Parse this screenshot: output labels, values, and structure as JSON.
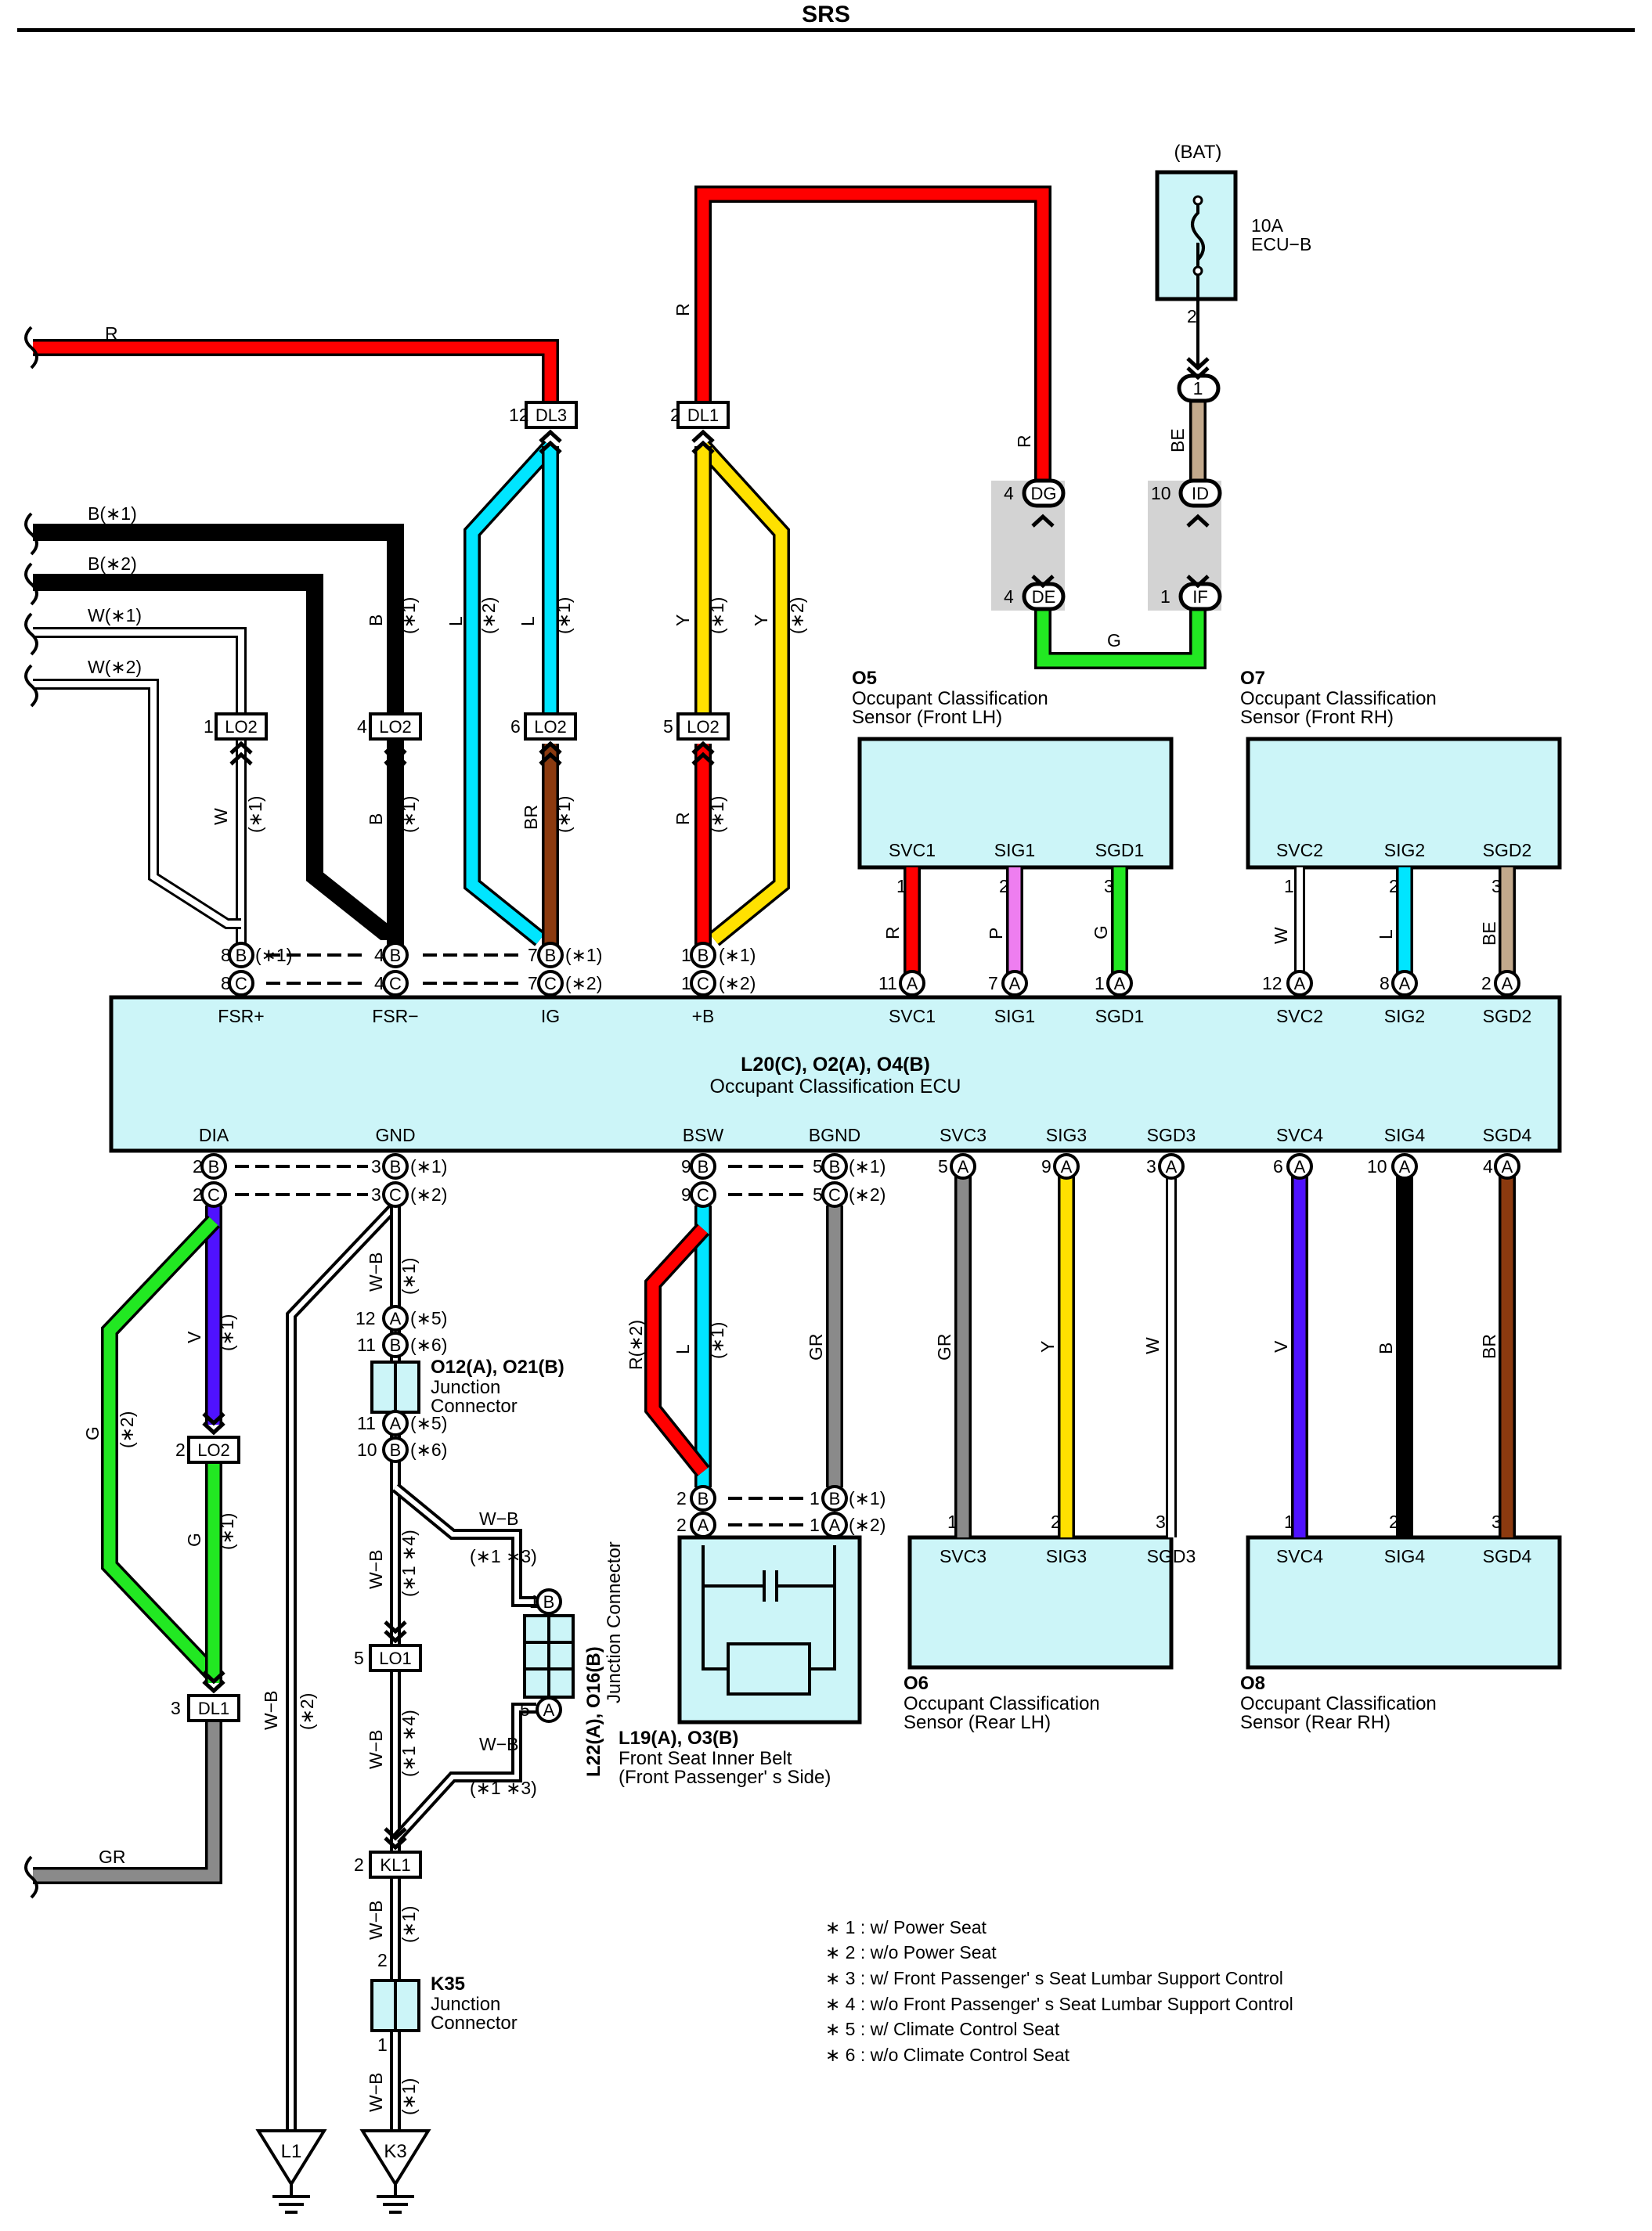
{
  "title": "SRS",
  "ecu": {
    "code": "L20(C), O2(A), O4(B)",
    "name": "Occupant Classification ECU",
    "terminals_top": [
      "FSR+",
      "FSR−",
      "IG",
      "+B",
      "SVC1",
      "SIG1",
      "SGD1",
      "SVC2",
      "SIG2",
      "SGD2"
    ],
    "terminals_bottom": [
      "DIA",
      "GND",
      "BSW",
      "BGND",
      "SVC3",
      "SIG3",
      "SGD3",
      "SVC4",
      "SIG4",
      "SGD4"
    ]
  },
  "fuse": {
    "source": "(BAT)",
    "rating": "10A",
    "name": "ECU−B"
  },
  "sensors": {
    "o5": {
      "code": "O5",
      "line1": "Occupant Classification",
      "line2": "Sensor (Front LH)",
      "pins": [
        "SVC1",
        "SIG1",
        "SGD1"
      ]
    },
    "o7": {
      "code": "O7",
      "line1": "Occupant Classification",
      "line2": "Sensor (Front RH)",
      "pins": [
        "SVC2",
        "SIG2",
        "SGD2"
      ]
    },
    "o6": {
      "code": "O6",
      "line1": "Occupant Classification",
      "line2": "Sensor (Rear LH)",
      "pins": [
        "SVC3",
        "SIG3",
        "SGD3"
      ]
    },
    "o8": {
      "code": "O8",
      "line1": "Occupant Classification",
      "line2": "Sensor (Rear RH)",
      "pins": [
        "SVC4",
        "SIG4",
        "SGD4"
      ]
    }
  },
  "belt": {
    "code": "L19(A), O3(B)",
    "line1": "Front Seat Inner Belt",
    "line2": "(Front Passenger' s Side)"
  },
  "junctions": {
    "o12": {
      "code": "O12(A), O21(B)",
      "line1": "Junction",
      "line2": "Connector"
    },
    "l22": {
      "code": "L22(A), O16(B)",
      "name": "Junction Connector"
    },
    "k35": {
      "code": "K35",
      "line1": "Junction",
      "line2": "Connector"
    }
  },
  "grounds": [
    "L1",
    "K3"
  ],
  "connectors": [
    "DL3",
    "DL1",
    "LO2",
    "LO1",
    "KL1",
    "DG",
    "DE",
    "ID",
    "IF"
  ],
  "wire_colors": {
    "R": "#ff0000",
    "B": "#000000",
    "W": "#ffffff",
    "L": "#00e5ff",
    "Y": "#ffe100",
    "BR": "#8b3a0f",
    "G": "#22e822",
    "P": "#ee7ef0",
    "BE": "#c2a98c",
    "GR": "#8a8a8a",
    "V": "#4f12ff"
  },
  "legend": [
    "∗ 1 : w/ Power Seat",
    "∗ 2 : w/o Power Seat",
    "∗ 3 : w/ Front Passenger' s Seat Lumbar Support Control",
    "∗ 4 : w/o Front Passenger' s Seat Lumbar Support Control",
    "∗ 5 : w/ Climate Control Seat",
    "∗ 6 : w/o Climate Control Seat"
  ]
}
